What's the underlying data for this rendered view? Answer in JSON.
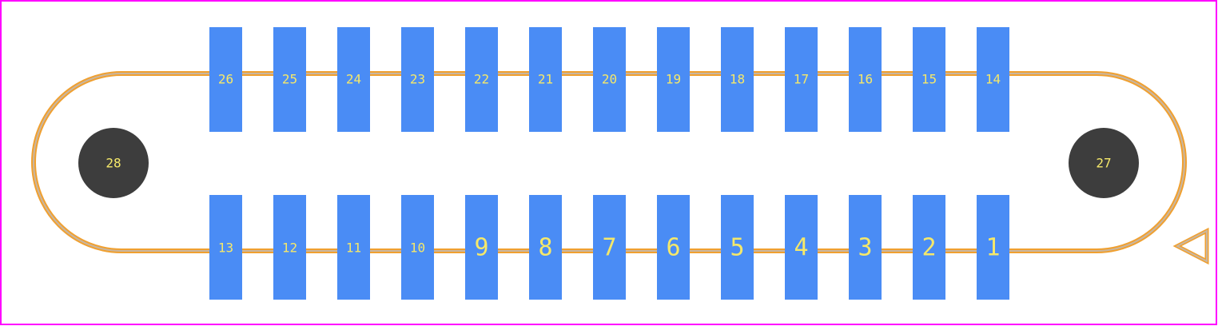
{
  "colors": {
    "background": "#ffffff",
    "board_outline": "#ff00ff",
    "silkscreen": "#f0a030",
    "silkscreen_inner": "#c9b6a0",
    "smd_pad": "#4a8cf5",
    "mounting_hole": "#3d3d3d",
    "pad_text": "#f5e86a"
  },
  "top_row": {
    "pads": [
      "26",
      "25",
      "24",
      "23",
      "22",
      "21",
      "20",
      "19",
      "18",
      "17",
      "16",
      "15",
      "14"
    ]
  },
  "bottom_row": {
    "pads": [
      "13",
      "12",
      "11",
      "10",
      "9",
      "8",
      "7",
      "6",
      "5",
      "4",
      "3",
      "2",
      "1"
    ]
  },
  "mounting_holes": {
    "left": "28",
    "right": "27"
  },
  "pin1_marker": "triangle"
}
